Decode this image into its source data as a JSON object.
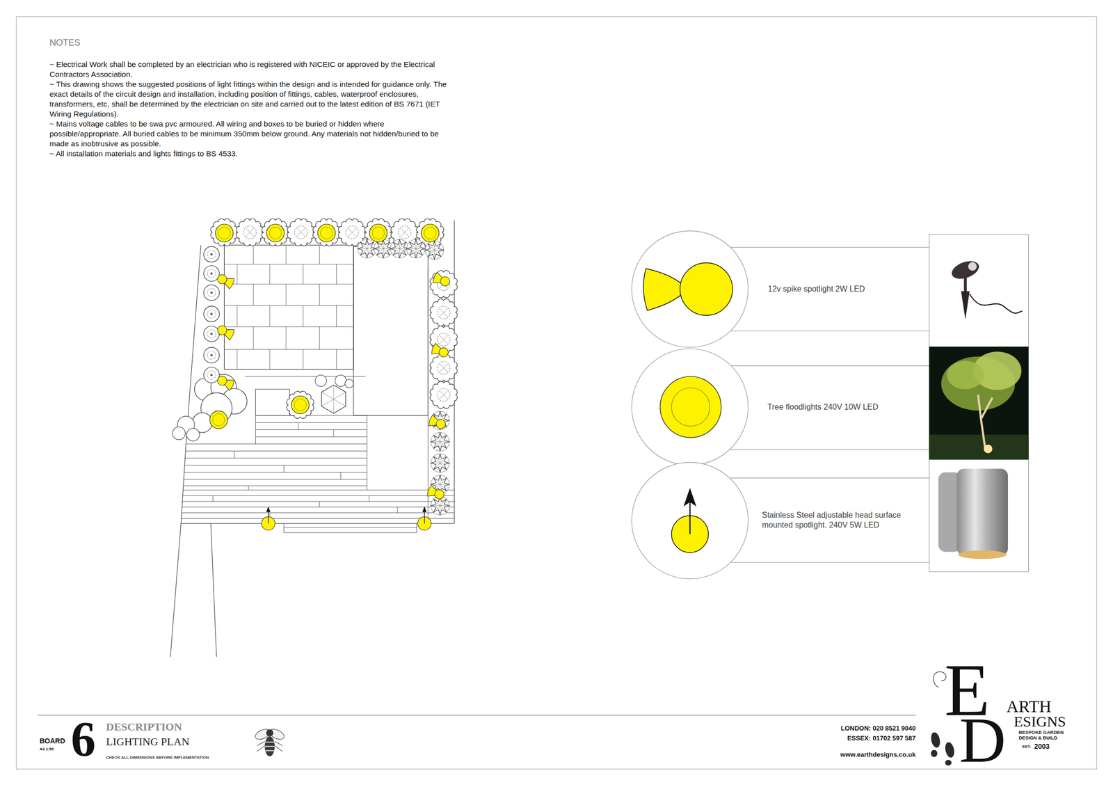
{
  "diagram": {
    "labels": [
      "NOTES",
      "~ Electrical Work shall be completed by an electrician who is registered with NICEIC or approved by the Electrical Contractors Association.",
      "~ This drawing shows the suggested positions of light fittings within the design and is intended for guidance only. The exact details of the circuit design and installation, including position of fittings, cables, waterproof enclosures, transformers, etc, shall be determined by the electrician on site and carried out to the latest edition of BS 7671 (IET Wiring Regulations).",
      "~ Mains voltage cables to be swa pvc armoured. All wiring and boxes to be buried or hidden where possible/appropriate. All buried cables to be minimum 350mm below ground. Any materials not hidden/buried to be made as inobtrusive as possible.",
      "~ All installation materials and lights fittings to BS 4533.",
      "BOARD",
      "A2 1:50",
      "6",
      "DESCRIPTION",
      "LIGHTING PLAN",
      "CHECK ALL DIMENSIONS BEFORE IMPLEMENTATION",
      "LONDON: 020 8521 9040",
      "ESSEX: 01702 597 587",
      "www.earthdesigns.co.uk",
      "E",
      "ARTH",
      "D",
      "ESIGNS",
      "BESPOKE GARDEN DESIGN & BUILD",
      "EST.",
      "2003"
    ],
    "legend": [
      {
        "text": "12v spike spotlight 2W LED"
      },
      {
        "text": "Tree floodlights 240V 10W LED"
      },
      {
        "text": "Stainless Steel adjustable head surface mounted spotlight. 240V 5W LED"
      }
    ]
  }
}
